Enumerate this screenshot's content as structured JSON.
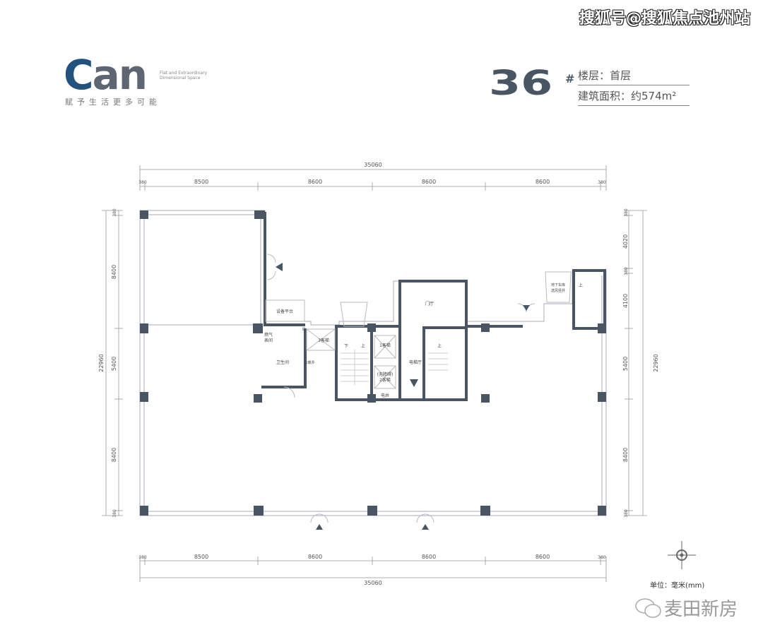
{
  "watermark": "搜狐号@搜狐焦点池州站",
  "logo": {
    "brand_c": "C",
    "brand_an": "an",
    "tagline_en": "Flat and Extraordinary Dimensional Space",
    "tagline_cn": "赋予生活更多可能"
  },
  "building": {
    "number": "36",
    "suffix": "#"
  },
  "info": {
    "floor": "楼层：首层",
    "area": "建筑面积：约574m²"
  },
  "dimensions": {
    "top_total": "35060",
    "top": [
      "380",
      "8500",
      "8600",
      "8600",
      "8600",
      "380"
    ],
    "bottom_total": "35060",
    "bottom": [
      "380",
      "8500",
      "8600",
      "8600",
      "8600",
      "380"
    ],
    "left_total": "22960",
    "left": [
      "380",
      "8400",
      "5400",
      "8400",
      "380"
    ],
    "right_total": "22960",
    "right": [
      "380",
      "4020",
      "380",
      "4100",
      "5400",
      "8400",
      "380"
    ]
  },
  "rooms": {
    "equipment_platform": "设备平台",
    "lobby": "门厅",
    "gas_meter_1": "燃气",
    "gas_meter_2": "表间",
    "restroom": "卫生间",
    "elevator_3": "3客梯",
    "water_shaft": "水暖井",
    "stair_down": "下",
    "stair_up": "上",
    "elevator_1": "1客梯",
    "elevator_hall": "电梯厅",
    "elevator_2a": "(无障碍)",
    "elevator_2b": "2客梯",
    "electric_shaft": "电井",
    "stair_up_2": "上",
    "vent_1": "地下车库",
    "vent_2": "送风竖井",
    "stair_up_3": "上",
    "small_label": "风"
  },
  "compass": "compass-icon",
  "unit_label": "单位：毫米(mm)",
  "wechat_label": "麦田新房",
  "colors": {
    "wall": "#4a5563",
    "brand": "#22527e",
    "dim": "#888888"
  }
}
